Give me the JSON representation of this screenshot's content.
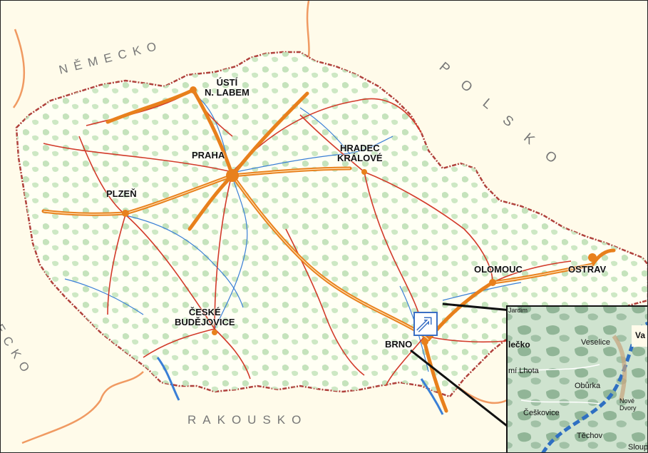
{
  "cities": {
    "usti": "ÚSTÍ\nN. LABEM",
    "praha": "PRAHA",
    "hradec": "HRADEC\nKRÁLOVÉ",
    "plzen": "PLZEŇ",
    "ceske": "ČESKÉ\nBUDĚJOVICE",
    "brno": "BRNO",
    "olomouc": "OLOMOUC",
    "ostrava": "OSTRAV"
  },
  "countries": {
    "nemecko_north": "NĚMECKO",
    "nemecko_west": "NĚMECKO",
    "polsko": "POLSKO",
    "rakousko": "RAKOUSKO"
  },
  "inset": {
    "labels": [
      "Veselice",
      "lečko",
      "mí Lhota",
      "Obůrka",
      "Češkovice",
      "Těchov",
      "Va",
      "Nové Dvory",
      "Sloup",
      "Jardim"
    ]
  },
  "colors": {
    "background": "#fffbea",
    "land": "#fffff4",
    "forest": "#b9dcb1",
    "border": "#b0413c",
    "highway": "#e8801c",
    "road": "#d23a2a",
    "river": "#3a7fd6",
    "foreign_border": "#f09a62"
  },
  "icons": [
    "double-arrow-icon"
  ]
}
